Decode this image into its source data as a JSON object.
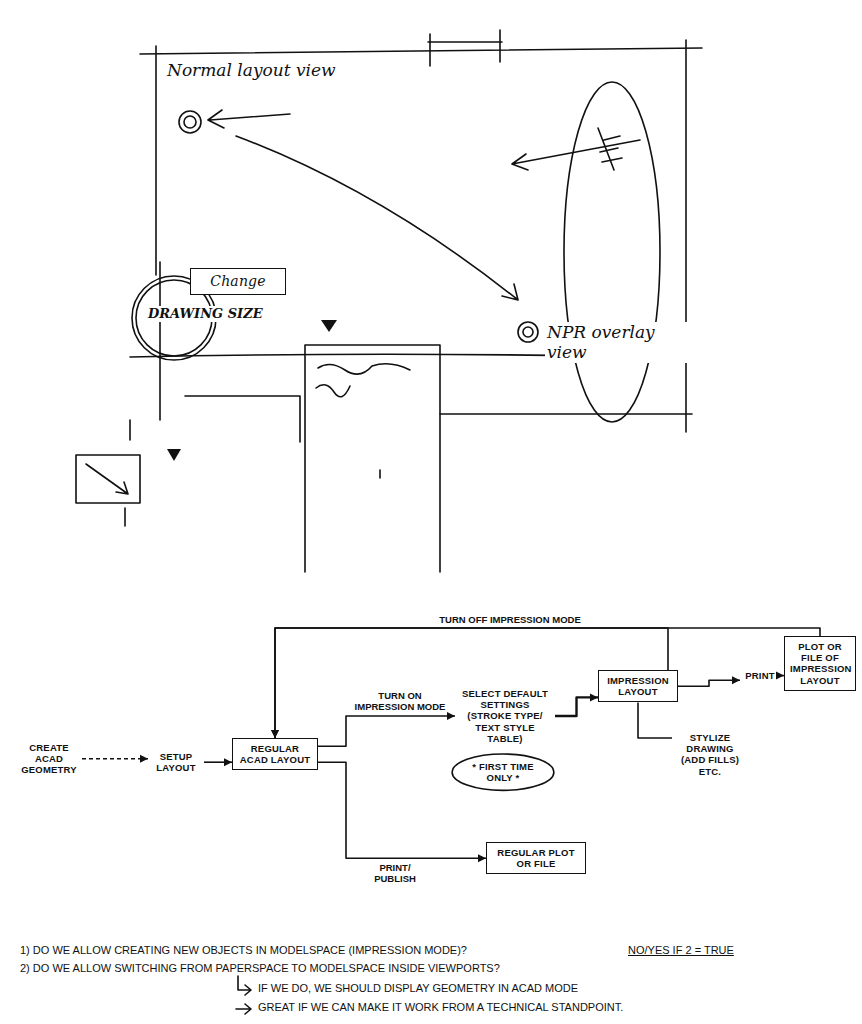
{
  "diagram": {
    "nodes": [
      {
        "text": [
          "Change"
        ]
      },
      {
        "text": [
          "CREATE ACAD GEOMETRY"
        ]
      },
      {
        "text": [
          "SETUP LAYOUT"
        ]
      },
      {
        "text": [
          "REGULAR ACAD LAYOUT"
        ]
      },
      {
        "text": [
          "SELECT DEFAULT SETTINGS (STROKE TYPE/ TEXT STYLE TABLE)"
        ]
      },
      {
        "text": [
          "* FIRST TIME ONLY *"
        ]
      },
      {
        "text": [
          "IMPRESSION LAYOUT"
        ]
      },
      {
        "text": [
          "PRINT"
        ]
      },
      {
        "text": [
          "PLOT OR FILE OF IMPRESSION LAYOUT"
        ]
      },
      {
        "text": [
          "STYLIZE DRAWING (ADD FILLS) ETC."
        ]
      },
      {
        "text": [
          "REGULAR PLOT OR FILE"
        ]
      }
    ],
    "edges": [
      {
        "from": 1,
        "to": 2,
        "arrow": "to"
      },
      {
        "from": 2,
        "to": 3,
        "arrow": "to"
      },
      {
        "from": 3,
        "to": 4,
        "label": "TURN ON IMPRESSION MODE",
        "arrow": "to"
      },
      {
        "from": 4,
        "to": 6,
        "arrow": "to"
      },
      {
        "from": 6,
        "to": 7,
        "arrow": "to"
      },
      {
        "from": 7,
        "to": 8,
        "arrow": "to"
      },
      {
        "from": 6,
        "to": 9,
        "arrow": "none"
      },
      {
        "from": 3,
        "to": 10,
        "label": "PRINT/ PUBLISH",
        "arrow": "to"
      },
      {
        "from": 6,
        "to": 3,
        "label": "TURN OFF IMPRESSION MODE",
        "arrow": "to"
      },
      {
        "from": 8,
        "to": 3,
        "arrow": "to"
      }
    ],
    "labels": [
      "Normal layout view",
      "DRAWING SIZE",
      "NPR overlay view",
      "1) DO WE ALLOW CREATING NEW OBJECTS IN MODELSPACE (IMPRESSION MODE)?",
      "NO/YES IF 2 = TRUE",
      "2) DO WE ALLOW SWITCHING FROM PAPERSPACE TO MODELSPACE INSIDE VIEWPORTS?",
      "IF WE DO, WE SHOULD DISPLAY GEOMETRY IN ACAD MODE",
      "GREAT IF WE CAN MAKE IT WORK FROM A TECHNICAL STANDPOINT."
    ]
  }
}
